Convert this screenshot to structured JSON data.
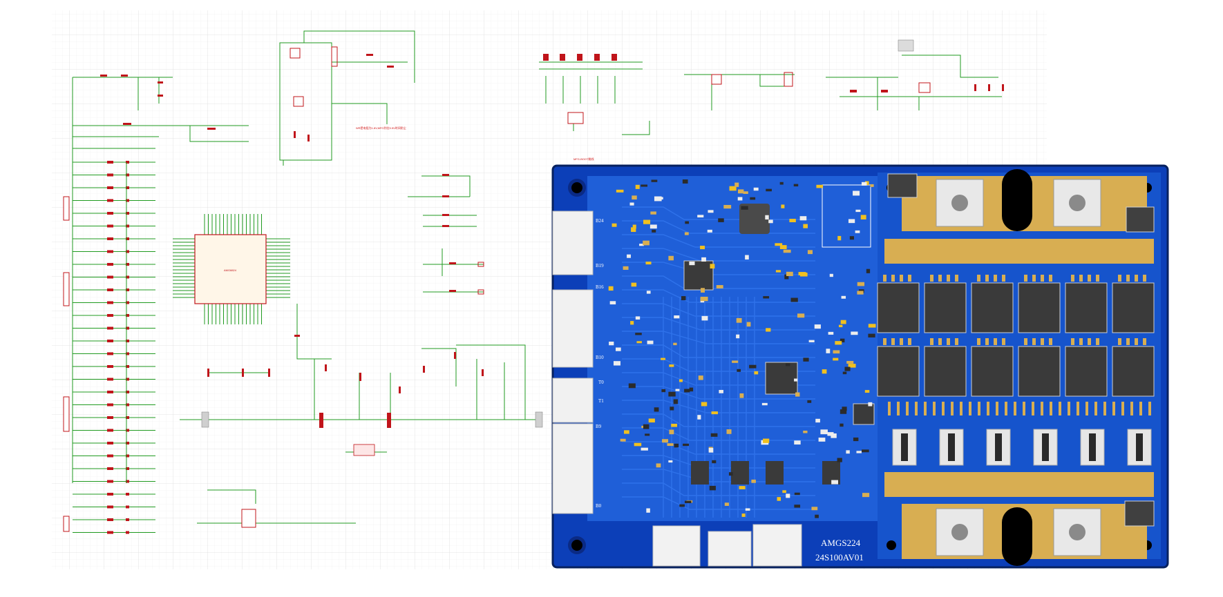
{
  "schematic": {
    "chip_label": "AMG8824",
    "notes": [
      "WR是电阻为1.8V,MFG判位5.5V时间防尘",
      "MFG-BOOT跳线"
    ]
  },
  "pcb": {
    "model_label": "AMGS224",
    "part_number": "24S100AV01",
    "connector_labels": [
      "B24",
      "B19",
      "B16",
      "B10",
      "T0",
      "T1",
      "B9",
      "B0"
    ]
  },
  "colors": {
    "grid": "#e4e4e4",
    "wire": "#1f9a1f",
    "component": "#c0141a",
    "label": "#1a22c8",
    "pcb_board": "#0c3fb8",
    "pcb_copper": "#1f5fd8",
    "pcb_gold": "#d8ae52",
    "pcb_chip": "#3a3a3a"
  },
  "icons": [
    "pcb-mounting-hole-icon",
    "ic-chip-icon",
    "ground-symbol-icon"
  ]
}
